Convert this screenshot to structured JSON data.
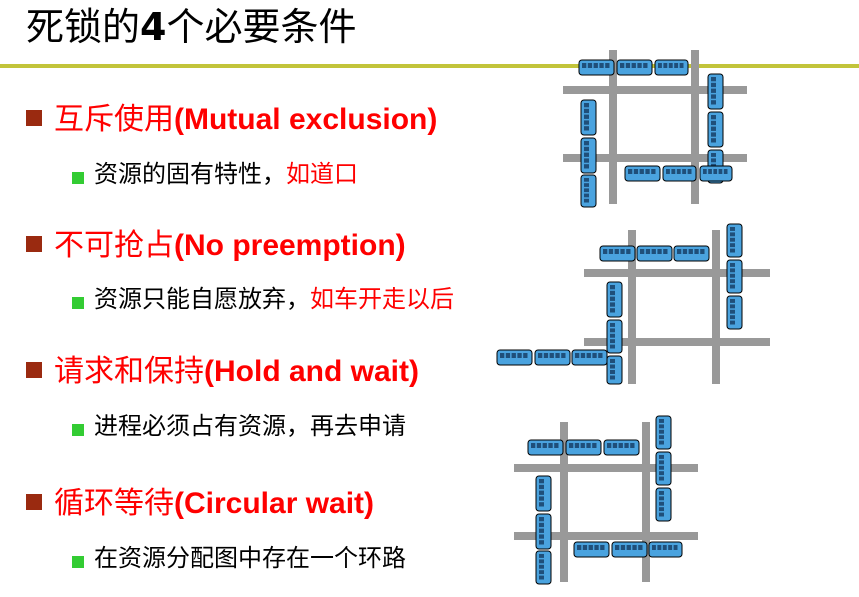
{
  "title": {
    "prefix": "死锁的",
    "number": "4",
    "suffix": "个必要条件"
  },
  "conditions": [
    {
      "cn": "互斥使用",
      "en": "(Mutual exclusion)",
      "detail": "资源的固有特性，",
      "example": "如道口"
    },
    {
      "cn": "不可抢占",
      "en": "(No preemption)",
      "detail": "资源只能自愿放弃，",
      "example": "如车开走以后"
    },
    {
      "cn": "请求和保持",
      "en": "(Hold and wait)",
      "detail": "进程必须占有资源，再去申请",
      "example": ""
    },
    {
      "cn": "循环等待",
      "en": "(Circular wait)",
      "detail": "在资源分配图中存在一个环路",
      "example": ""
    }
  ],
  "colors": {
    "bullet_text": "#ff0000",
    "bullet_marker": "#9a2a10",
    "sub_marker": "#33cc33",
    "rule": "#c2c43a",
    "road": "#999999",
    "car": "#4aa3df"
  },
  "illustrations": [
    "train-intersection-icon",
    "train-intersection-icon",
    "train-intersection-icon"
  ]
}
